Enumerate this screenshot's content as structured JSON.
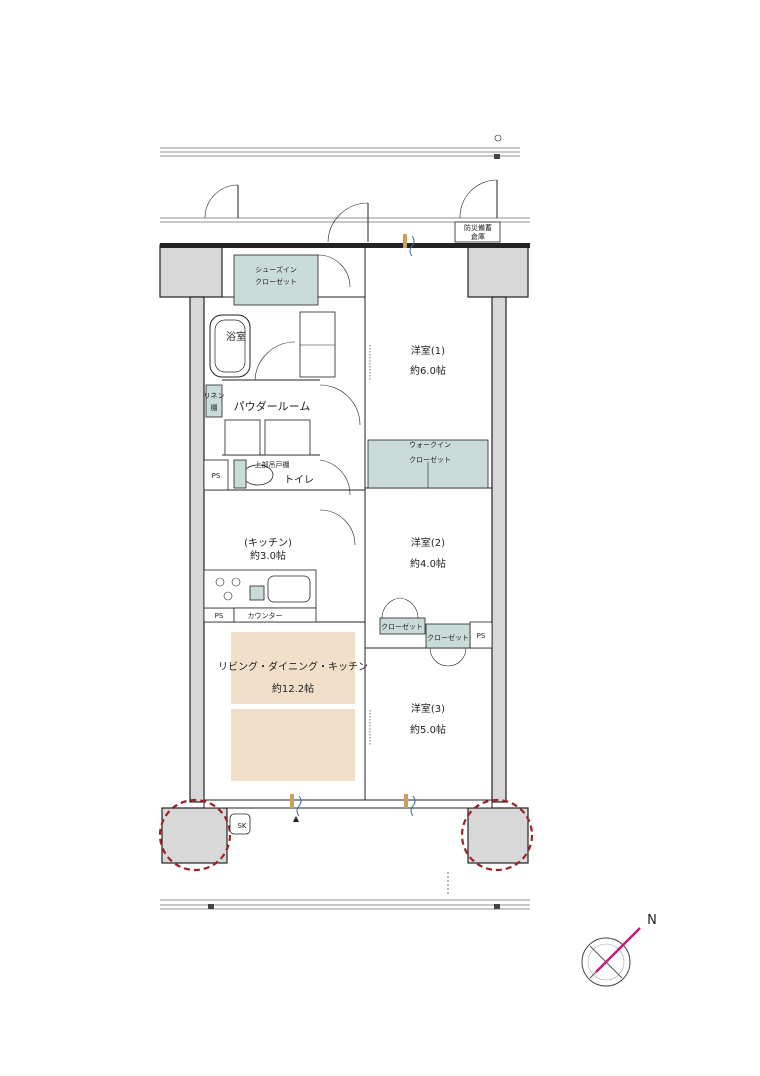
{
  "rooms": {
    "western1": {
      "name": "洋室(1)",
      "area": "約6.0帖"
    },
    "western2": {
      "name": "洋室(2)",
      "area": "約4.0帖"
    },
    "western3": {
      "name": "洋室(3)",
      "area": "約5.0帖"
    },
    "kitchen": {
      "name": "(キッチン)",
      "area": "約3.0帖"
    },
    "ldk": {
      "name": "リビング・ダイニング・キッチン",
      "area": "約12.2帖"
    },
    "bath": "浴室",
    "powder": "パウダールーム",
    "toilet": "トイレ",
    "shoes_closet_line1": "シューズイン",
    "shoes_closet_line2": "クローゼット",
    "walkin_line1": "ウォークイン",
    "walkin_line2": "クローゼット",
    "closet_a": "クローゼット",
    "closet_b": "クローゼット",
    "linen_line1": "リネン",
    "linen_line2": "棚",
    "upper_cabinet": "上部吊戸棚",
    "counter": "カウンター",
    "ps_toilet": "PS",
    "ps_kitchen": "PS",
    "ps_room": "PS",
    "sk": "SK",
    "bousai_line1": "防災備蓄",
    "bousai_line2": "倉庫"
  },
  "compass": {
    "label": "N",
    "needle_color": "#d4147a"
  },
  "colors": {
    "closet": "#c9dcda",
    "ldk": "#f1dfc9",
    "wall": "#d8d8d8",
    "highlight": "#9b2226"
  }
}
